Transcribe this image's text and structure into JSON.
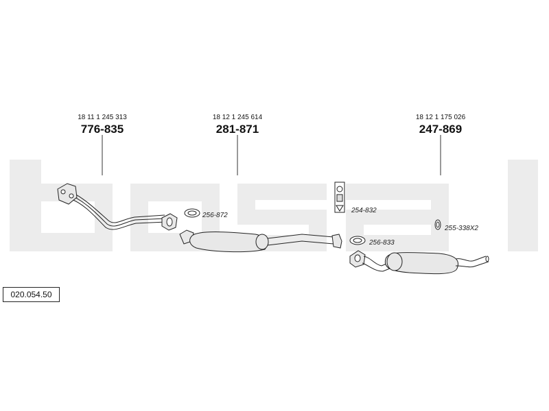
{
  "logo_text": "bosal",
  "reference": "020.054.50",
  "parts": [
    {
      "oem": "18 11 1 245 313",
      "number": "776-835"
    },
    {
      "oem": "18 12 1 245 614",
      "number": "281-871"
    },
    {
      "oem": "18 12 1 175 026",
      "number": "247-869"
    }
  ],
  "accessories": [
    {
      "label": "256-872"
    },
    {
      "label": "254-832"
    },
    {
      "label": "256-833"
    },
    {
      "label": "255-338X2"
    }
  ]
}
